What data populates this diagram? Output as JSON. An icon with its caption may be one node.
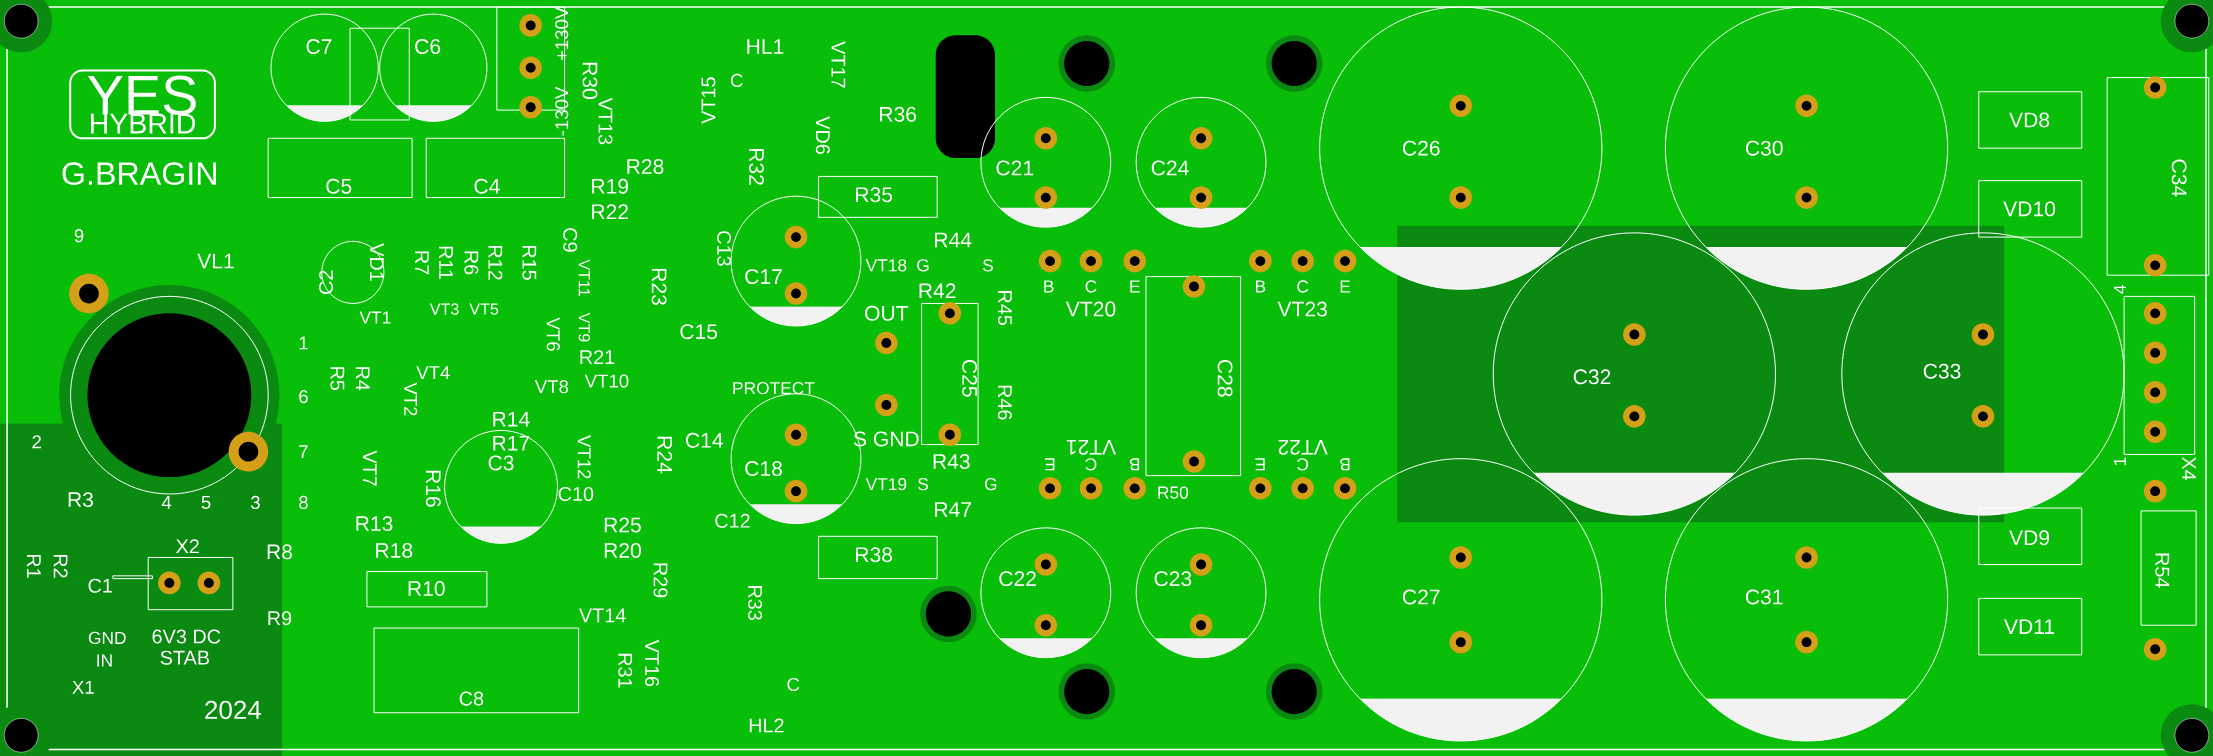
{
  "diagram": {
    "nodes": [
      {
        "text": [
          "YES",
          "HYBRID"
        ]
      }
    ],
    "labels": [
      "G.BRAGIN",
      "C7",
      "C6",
      "+130V",
      "-130V",
      "R30",
      "VT13",
      "VT15",
      "HL1",
      "C",
      "VT17",
      "R36",
      "VD6",
      "C5",
      "C4",
      "R28",
      "R32",
      "R19",
      "R22",
      "C9",
      "C13",
      "R35",
      "C21",
      "C24",
      "C26",
      "C30",
      "VD8",
      "VD10",
      "C34",
      "9",
      "VL1",
      "VD1",
      "R7",
      "R11",
      "R6",
      "R12",
      "R15",
      "R44",
      "VT18",
      "G",
      "S",
      "C2",
      "VT11",
      "VT9",
      "R23",
      "C17",
      "R42",
      "B",
      "C",
      "E",
      "VT20",
      "B",
      "C",
      "E",
      "VT23",
      "C32",
      "C33",
      "4",
      "VT1",
      "VT3",
      "VT5",
      "VT6",
      "C15",
      "R45",
      "OUT",
      "1",
      "R21",
      "VT4",
      "VT8",
      "VT10",
      "PROTECT",
      "R5",
      "R4",
      "C25",
      "R46",
      "C28",
      "6",
      "VT2",
      "R14",
      "2",
      "7",
      "R17",
      "S GND",
      "VT12",
      "R24",
      "C14",
      "C18",
      "VT21",
      "VT22",
      "R43",
      "E",
      "C",
      "B",
      "E",
      "C",
      "B",
      "VT19",
      "S",
      "G",
      "R47",
      "R50",
      "1",
      "X4",
      "C3",
      "R16",
      "C10",
      "VT7",
      "R3",
      "4",
      "5",
      "3",
      "8",
      "R13",
      "R25",
      "C12",
      "X2",
      "R8",
      "R18",
      "R20",
      "VD9",
      "R1",
      "R2",
      "C1",
      "R10",
      "R29",
      "R38",
      "C22",
      "C23",
      "C27",
      "C31",
      "R54",
      "R9",
      "VT14",
      "R33",
      "VD11",
      "GND",
      "6V3 DC",
      "IN",
      "STAB",
      "R31",
      "VT16",
      "X1",
      "C8",
      "C",
      "2024",
      "HL2"
    ]
  }
}
